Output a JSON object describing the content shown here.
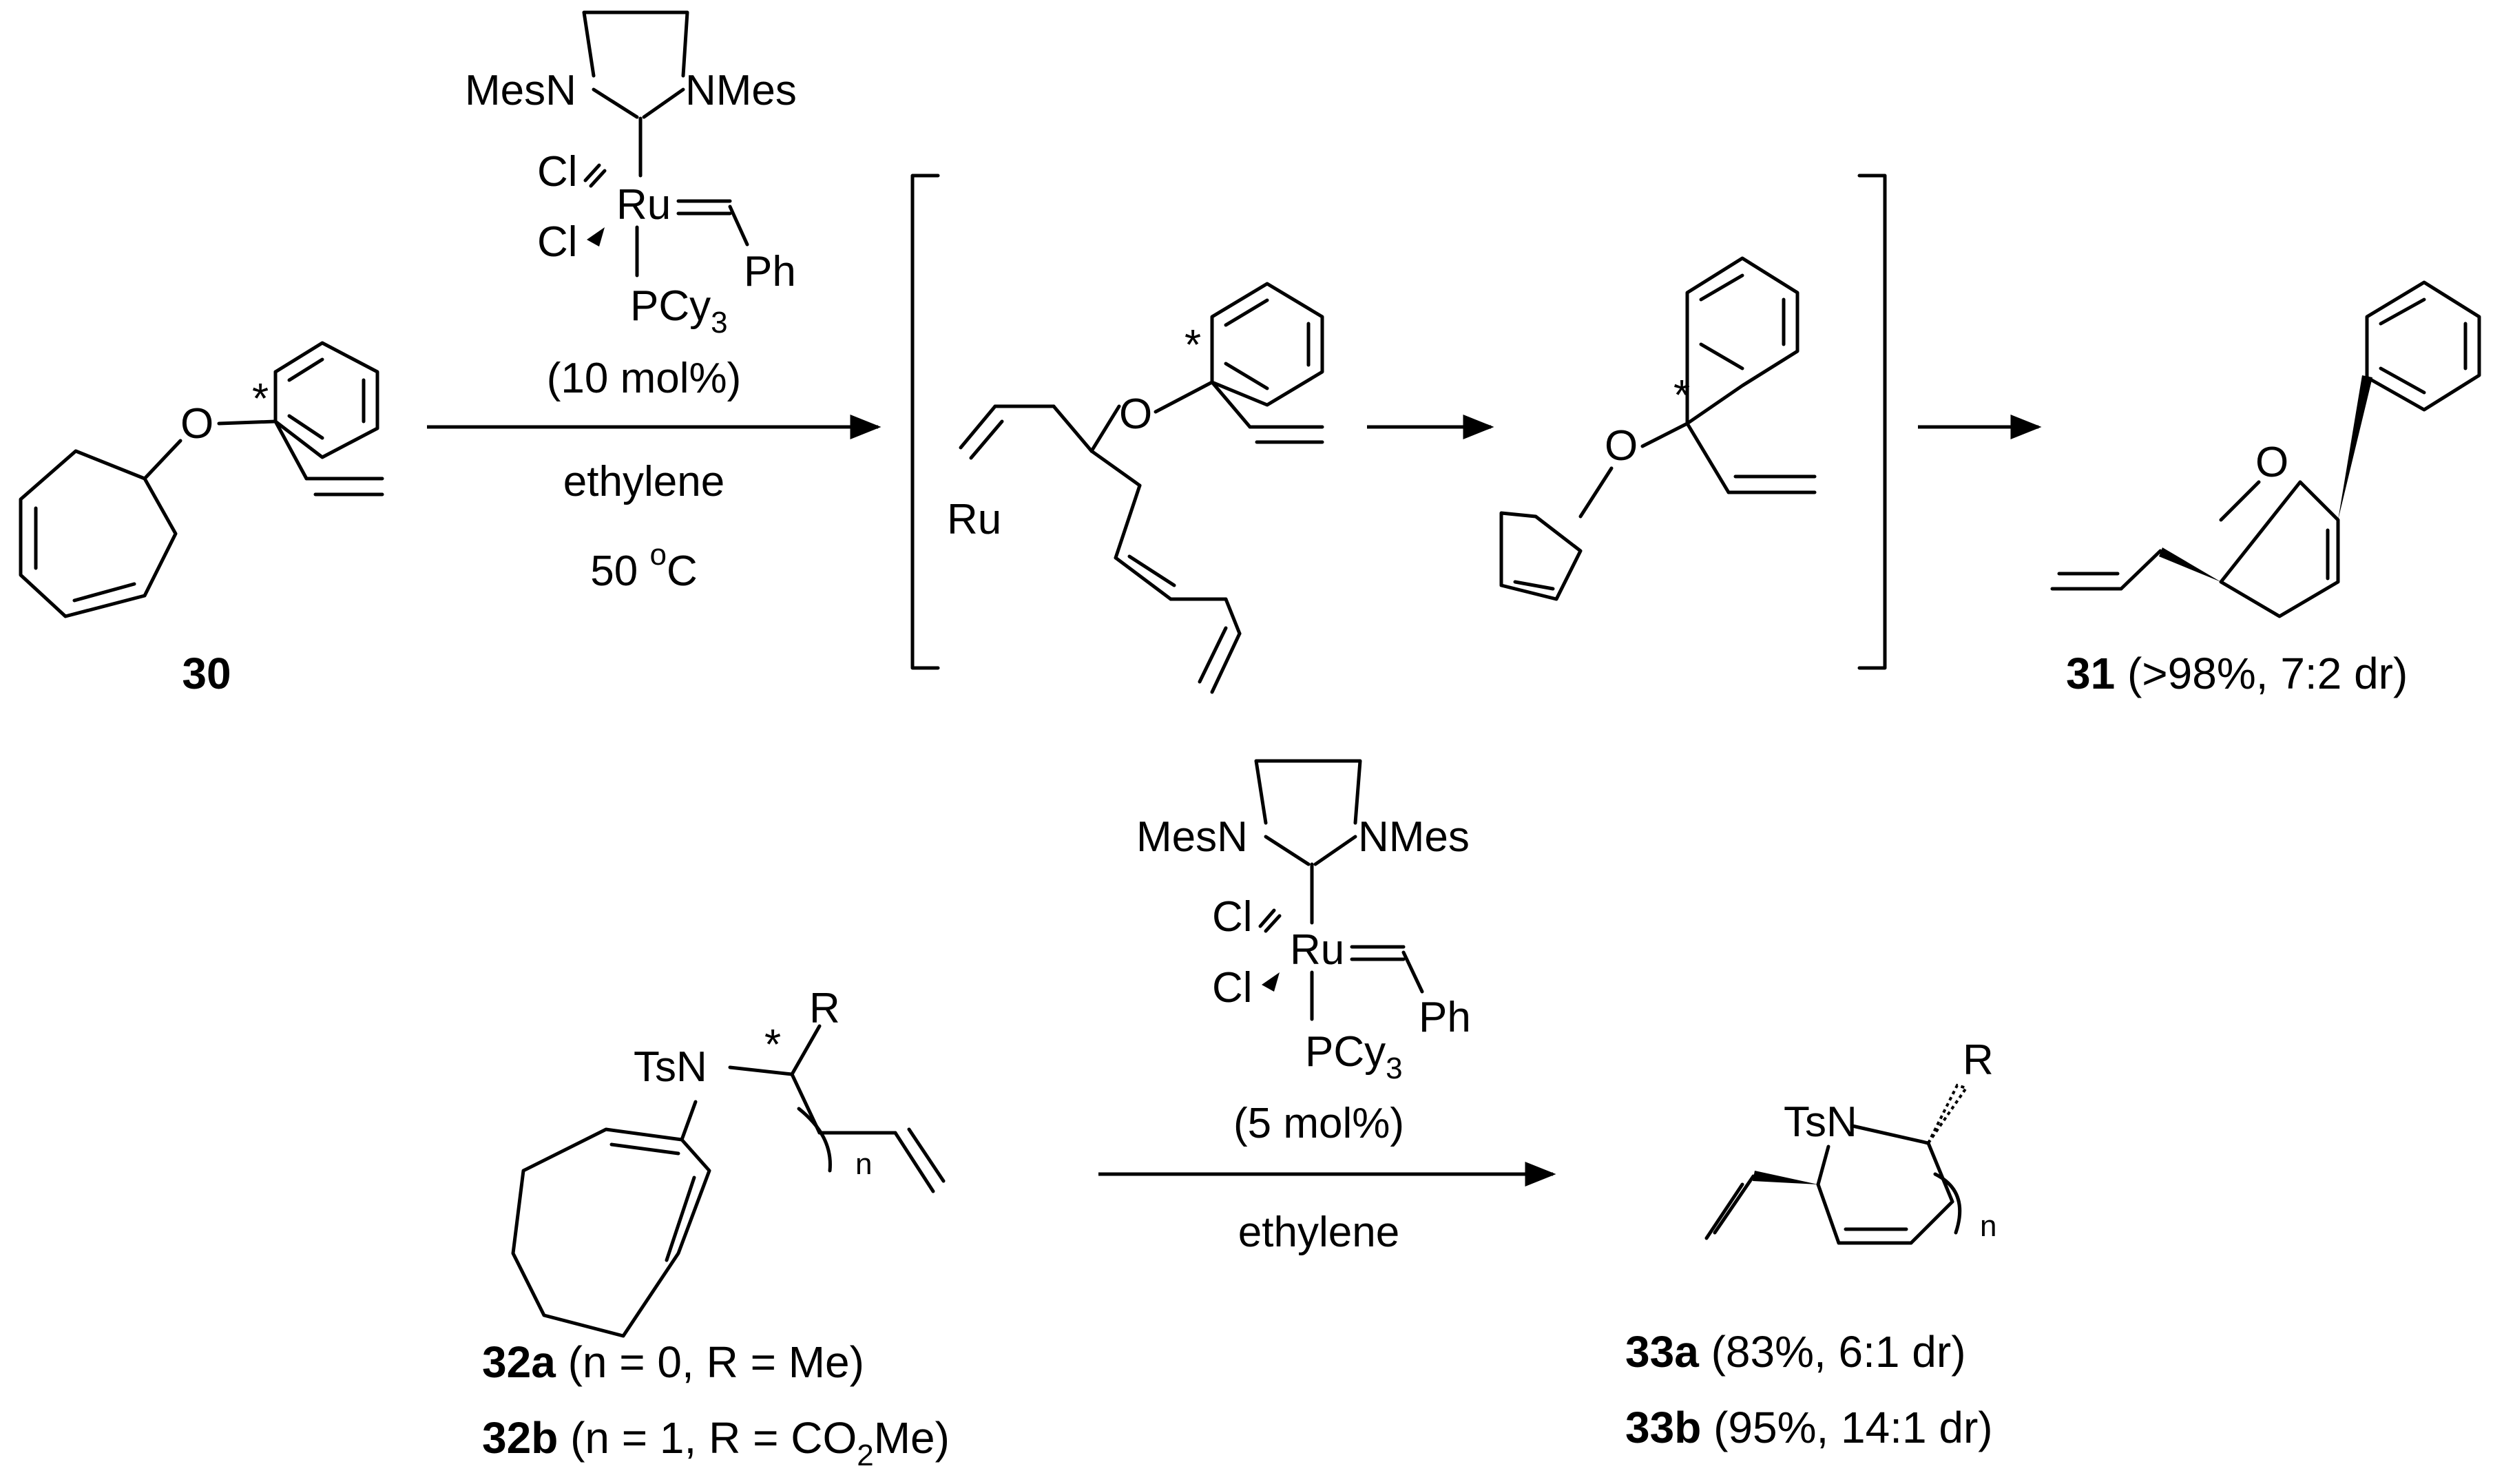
{
  "colors": {
    "ink": "#000000",
    "background": "#ffffff"
  },
  "catalyst": {
    "n_left": "MesN",
    "n_right": "NMes",
    "cl_top": "Cl",
    "cl_bottom": "Cl",
    "metal": "Ru",
    "ph": "Ph",
    "pcy3": "PCy",
    "pcy3_sub": "3"
  },
  "reaction1": {
    "loading": "(10 mol%)",
    "reagent": "ethylene",
    "temp_value": "50 ",
    "temp_degree": "o",
    "temp_unit": "C",
    "start_compound": "30",
    "product_number": "31",
    "product_detail": " (>98%, 7:2 dr)",
    "intermediate_ru": "Ru"
  },
  "reaction2": {
    "loading": "(5 mol%)",
    "reagent": "ethylene",
    "sm_a_number": "32a",
    "sm_a_detail": " (n = 0, R = Me)",
    "sm_b_number": "32b",
    "sm_b_detail_1": " (n = 1, R = CO",
    "sm_b_detail_sub": "2",
    "sm_b_detail_2": "Me)",
    "prod_a_number": "33a",
    "prod_a_detail": " (83%, 6:1 dr)",
    "prod_b_number": "33b",
    "prod_b_detail": " (95%, 14:1 dr)"
  },
  "atoms": {
    "oxygen": "O",
    "star": "*",
    "tsn": "TsN",
    "r": "R",
    "n_index": "n"
  }
}
